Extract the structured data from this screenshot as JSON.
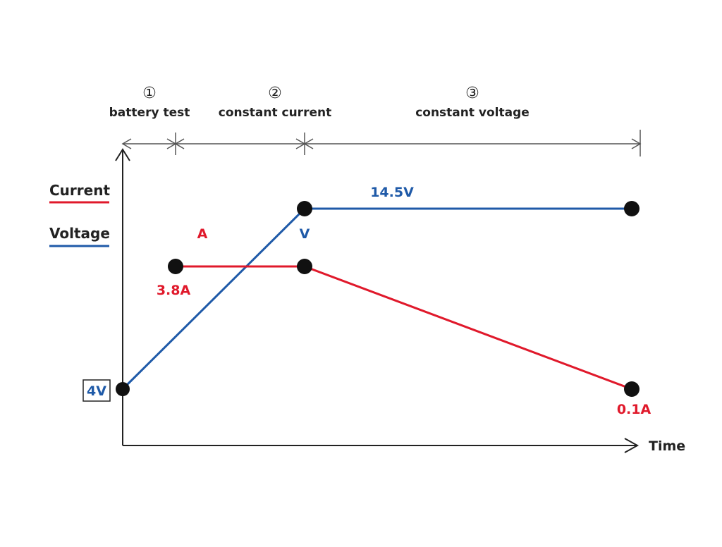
{
  "phases": [
    {
      "number": "①",
      "label": "battery test"
    },
    {
      "number": "②",
      "label": "constant current"
    },
    {
      "number": "③",
      "label": "constant voltage"
    }
  ],
  "legend": {
    "current": "Current",
    "voltage": "Voltage"
  },
  "axis": {
    "x_label": "Time"
  },
  "labels": {
    "start_voltage": "4V",
    "current_mark": "A",
    "voltage_mark": "V",
    "cc_current": "3.8A",
    "cv_voltage": "14.5V",
    "end_current": "0.1A"
  },
  "colors": {
    "current": "#e0192b",
    "voltage": "#1f5aa8",
    "axis": "#222222",
    "point": "#111111"
  }
}
